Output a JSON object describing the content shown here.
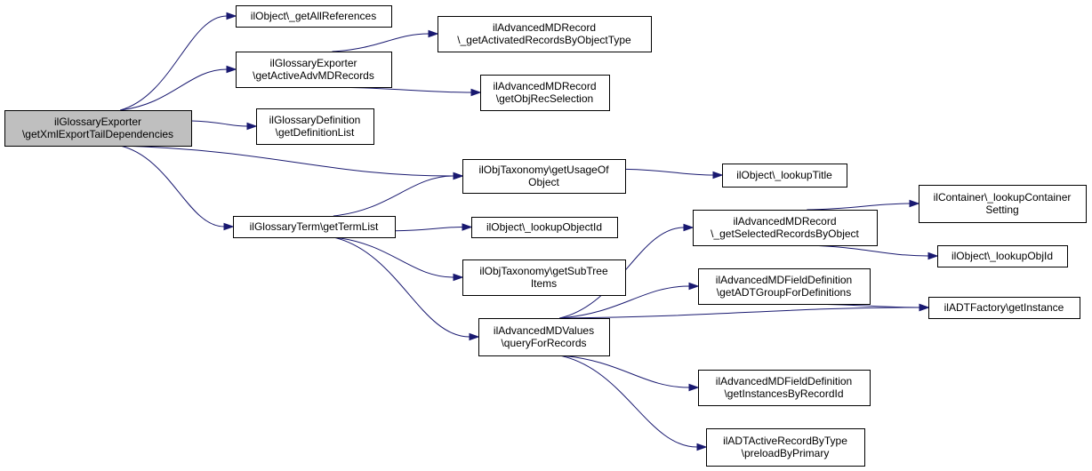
{
  "colors": {
    "edge": "#191970",
    "root_fill": "#bfbfbf",
    "node_fill": "#ffffff",
    "border": "#000000"
  },
  "nodes": {
    "root": {
      "lines": [
        "ilGlossaryExporter",
        "\\getXmlExportTailDependencies"
      ]
    },
    "getAllReferences": {
      "lines": [
        "ilObject\\_getAllReferences"
      ]
    },
    "getActiveAdvMDRecords": {
      "lines": [
        "ilGlossaryExporter",
        "\\getActiveAdvMDRecords"
      ]
    },
    "getDefinitionList": {
      "lines": [
        "ilGlossaryDefinition",
        "\\getDefinitionList"
      ]
    },
    "getTermList": {
      "lines": [
        "ilGlossaryTerm\\getTermList"
      ]
    },
    "getActivatedRecordsByObjectType": {
      "lines": [
        "ilAdvancedMDRecord",
        "\\_getActivatedRecordsByObjectType"
      ]
    },
    "getObjRecSelection": {
      "lines": [
        "ilAdvancedMDRecord",
        "\\getObjRecSelection"
      ]
    },
    "getUsageOfObject": {
      "lines": [
        "ilObjTaxonomy\\getUsageOf",
        "Object"
      ]
    },
    "lookupObjectId": {
      "lines": [
        "ilObject\\_lookupObjectId"
      ]
    },
    "getSubTreeItems": {
      "lines": [
        "ilObjTaxonomy\\getSubTree",
        "Items"
      ]
    },
    "queryForRecords": {
      "lines": [
        "ilAdvancedMDValues",
        "\\queryForRecords"
      ]
    },
    "lookupTitle": {
      "lines": [
        "ilObject\\_lookupTitle"
      ]
    },
    "getSelectedRecordsByObject": {
      "lines": [
        "ilAdvancedMDRecord",
        "\\_getSelectedRecordsByObject"
      ]
    },
    "getADTGroupForDefinitions": {
      "lines": [
        "ilAdvancedMDFieldDefinition",
        "\\getADTGroupForDefinitions"
      ]
    },
    "getInstancesByRecordId": {
      "lines": [
        "ilAdvancedMDFieldDefinition",
        "\\getInstancesByRecordId"
      ]
    },
    "preloadByPrimary": {
      "lines": [
        "ilADTActiveRecordByType",
        "\\preloadByPrimary"
      ]
    },
    "lookupContainerSetting": {
      "lines": [
        "ilContainer\\_lookupContainer",
        "Setting"
      ]
    },
    "lookupObjId": {
      "lines": [
        "ilObject\\_lookupObjId"
      ]
    },
    "getInstance": {
      "lines": [
        "ilADTFactory\\getInstance"
      ]
    }
  },
  "edges": [
    [
      "root",
      "getAllReferences"
    ],
    [
      "root",
      "getActiveAdvMDRecords"
    ],
    [
      "root",
      "getDefinitionList"
    ],
    [
      "root",
      "getUsageOfObject"
    ],
    [
      "root",
      "getTermList"
    ],
    [
      "getActiveAdvMDRecords",
      "getActivatedRecordsByObjectType"
    ],
    [
      "getActiveAdvMDRecords",
      "getObjRecSelection"
    ],
    [
      "getTermList",
      "getUsageOfObject"
    ],
    [
      "getTermList",
      "lookupObjectId"
    ],
    [
      "getTermList",
      "getSubTreeItems"
    ],
    [
      "getTermList",
      "queryForRecords"
    ],
    [
      "getUsageOfObject",
      "lookupTitle"
    ],
    [
      "queryForRecords",
      "getSelectedRecordsByObject"
    ],
    [
      "queryForRecords",
      "getADTGroupForDefinitions"
    ],
    [
      "queryForRecords",
      "getInstance"
    ],
    [
      "queryForRecords",
      "getInstancesByRecordId"
    ],
    [
      "queryForRecords",
      "preloadByPrimary"
    ],
    [
      "getSelectedRecordsByObject",
      "lookupContainerSetting"
    ],
    [
      "getSelectedRecordsByObject",
      "lookupObjId"
    ],
    [
      "getADTGroupForDefinitions",
      "getInstance"
    ]
  ]
}
